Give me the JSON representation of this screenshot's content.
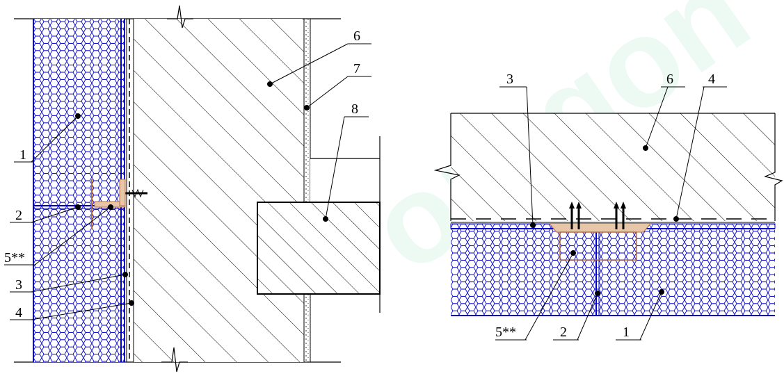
{
  "watermark": "oregon",
  "colors": {
    "insulation_fill": "#0000cc",
    "insulation_bg": "#ffffff",
    "adhesive": "#0000cc",
    "anchor": "#b56a3a",
    "line": "#000000",
    "watermark": "#dff6ea"
  },
  "left_detail": {
    "labels": {
      "l1": "1",
      "l2": "2",
      "l5": "5**",
      "l3": "3",
      "l4": "4",
      "l6": "6",
      "l7": "7",
      "l8": "8"
    }
  },
  "right_detail": {
    "labels": {
      "r3": "3",
      "r6": "6",
      "r4": "4",
      "r5": "5**",
      "r2": "2",
      "r1": "1"
    }
  }
}
